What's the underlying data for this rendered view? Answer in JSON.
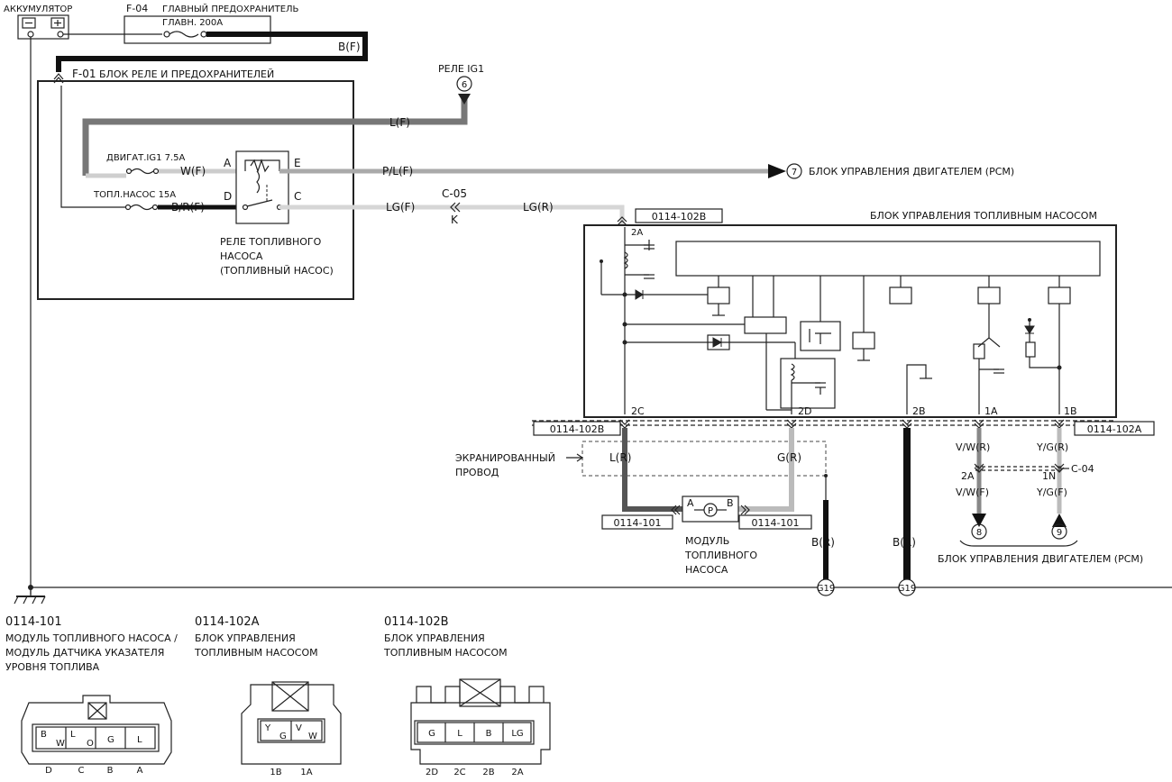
{
  "top": {
    "battery": "АККУМУЛЯТОР",
    "fuse_main_code": "F-04",
    "fuse_main_title": "ГЛАВНЫЙ ПРЕДОХРАНИТЕЛЬ",
    "fuse_main_rating": "ГЛАВН. 200A",
    "wire_bf": "B(F)",
    "block_code": "F-01",
    "block_title": "БЛОК РЕЛЕ И ПРЕДОХРАНИТЕЛЕЙ"
  },
  "relay_ig1": {
    "label": "РЕЛЕ IG1",
    "num": "6"
  },
  "wires": {
    "lf": "L(F)",
    "wf": "W(F)",
    "plf": "P/L(F)",
    "brf": "B/R(F)",
    "lgf": "LG(F)",
    "lgr": "LG(R)",
    "c05": "C-05",
    "k": "K",
    "lr": "L(R)",
    "gr": "G(R)",
    "br1": "B(R)",
    "br2": "B(R)",
    "vwr": "V/W(R)",
    "ygr": "Y/G(R)",
    "vwf": "V/W(F)",
    "ygf": "Y/G(F)",
    "c04": "C-04",
    "pin_2a_low": "2A",
    "pin_1n": "1N"
  },
  "fuses": {
    "engine_ig1": "ДВИГАТ.IG1 7.5A",
    "fuel_pump": "ТОПЛ.НАСОС 15A"
  },
  "relay": {
    "pin_a": "A",
    "pin_e": "E",
    "pin_d": "D",
    "pin_c": "C",
    "label_1": "РЕЛЕ ТОПЛИВНОГО",
    "label_2": "НАСОСА",
    "label_3": "(ТОПЛИВНЫЙ НАСОС)"
  },
  "pcm_top": {
    "num": "7",
    "label": "БЛОК УПРАВЛЕНИЯ ДВИГАТЕЛЕМ (PCM)"
  },
  "fpcm": {
    "title": "БЛОК УПРАВЛЕНИЯ ТОПЛИВНЫМ НАСОСОМ",
    "conn_top": "0114-102B",
    "pin_2a": "2A",
    "pin_2c": "2C",
    "pin_2d": "2D",
    "pin_2b": "2B",
    "pin_1a": "1A",
    "pin_1b": "1B",
    "conn_left": "0114-102B",
    "conn_right": "0114-102A"
  },
  "shield": {
    "line1": "ЭКРАНИРОВАННЫЙ",
    "line2": "ПРОВОД"
  },
  "pump": {
    "pin_a": "A",
    "pin_b": "B",
    "motor": "P",
    "conn_left": "0114-101",
    "conn_right": "0114-101",
    "label_1": "МОДУЛЬ",
    "label_2": "ТОПЛИВНОГО",
    "label_3": "НАСОСА"
  },
  "ground": {
    "g1": "G19",
    "g2": "G19"
  },
  "pcm_bottom": {
    "num8": "8",
    "num9": "9",
    "label": "БЛОК УПРАВЛЕНИЯ ДВИГАТЕЛЕМ (PCM)"
  },
  "connectors": [
    {
      "code": "0114-101",
      "desc": [
        "МОДУЛЬ ТОПЛИВНОГО НАСОСА /",
        "МОДУЛЬ ДАТЧИКА УКАЗАТЕЛЯ",
        "УРОВНЯ ТОПЛИВА"
      ],
      "pins": [
        "B",
        "W",
        "L",
        "O",
        "G",
        "L"
      ],
      "bottom": [
        "D",
        "C",
        "B",
        "A"
      ]
    },
    {
      "code": "0114-102A",
      "desc": [
        "БЛОК УПРАВЛЕНИЯ",
        "ТОПЛИВНЫМ НАСОСОМ"
      ],
      "pins": [
        "Y",
        "G",
        "V",
        "W"
      ],
      "bottom": [
        "1B",
        "1A"
      ]
    },
    {
      "code": "0114-102B",
      "desc": [
        "БЛОК УПРАВЛЕНИЯ",
        "ТОПЛИВНЫМ НАСОСОМ"
      ],
      "pins": [
        "G",
        "L",
        "B",
        "LG"
      ],
      "bottom": [
        "2D",
        "2C",
        "2B",
        "2A"
      ]
    }
  ]
}
